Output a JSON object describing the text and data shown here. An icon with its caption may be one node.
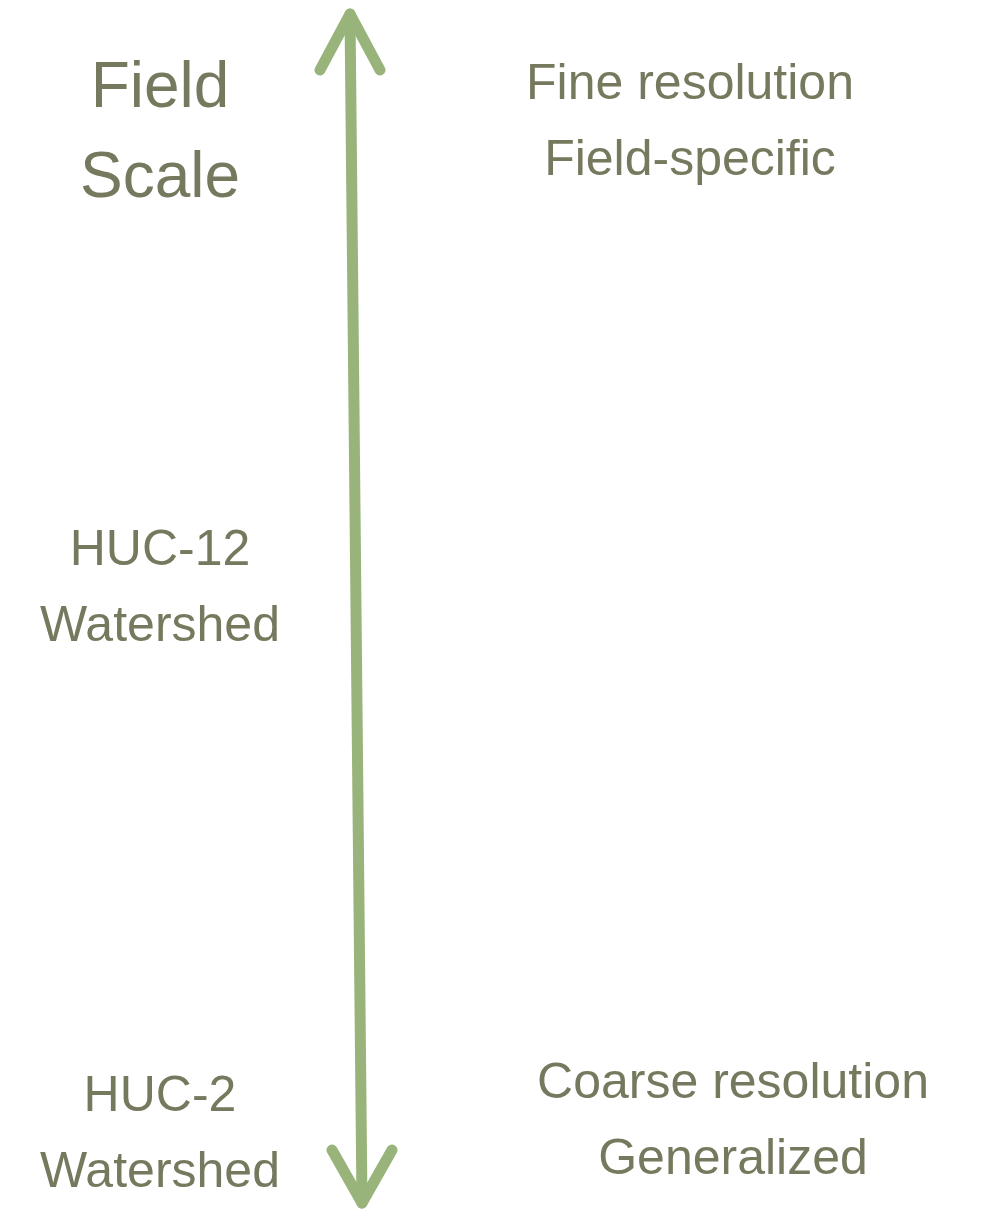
{
  "diagram": {
    "labels": [
      "Field Scale",
      "Fine resolution Field-specific",
      "HUC-12 Watershed",
      "HUC-2 Watershed",
      "Coarse resolution Generalized"
    ]
  }
}
